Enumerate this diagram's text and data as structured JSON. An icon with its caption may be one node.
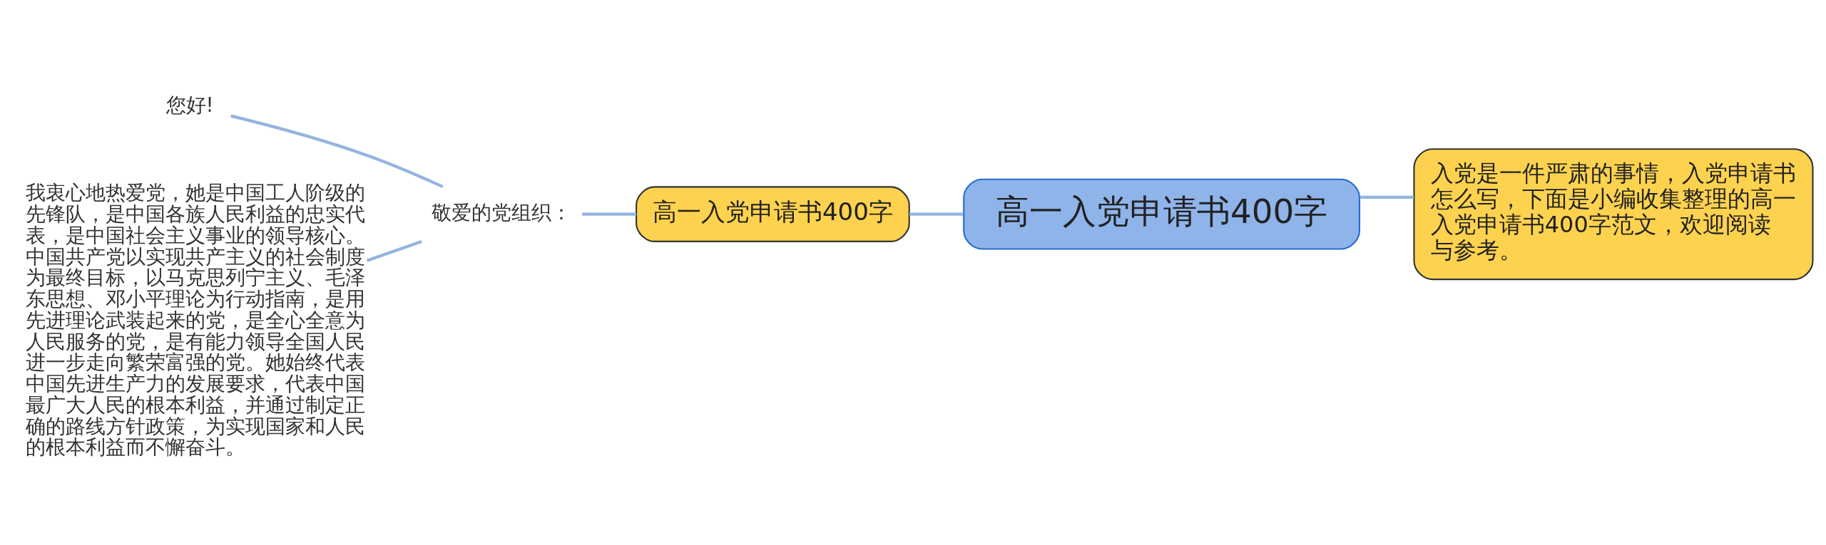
{
  "diagram": {
    "nodes": [
      {
        "text": [
          "高一入党申请书400字"
        ]
      },
      {
        "text": [
          "入党是一件严肃的事情，入党申请书怎么写，下面是小编收集整理的高一入党申请书400字范文，欢迎阅读与参考。"
        ]
      },
      {
        "text": [
          "高一入党申请书400字"
        ]
      },
      {
        "text": [
          "敬爱的党组织："
        ]
      },
      {
        "text": [
          "您好!"
        ]
      },
      {
        "text": [
          "我衷心地热爱党，她是中国工人阶级的先锋队，是中国各族人民利益的忠实代表，是中国社会主义事业的领导核心。中国共产党以实现共产主义的社会制度为最终目标，以马克思列宁主义、毛泽东思想、邓小平理论为行动指南，是用先进理论武装起来的党，是全心全意为人民服务的党，是有能力领导全国人民进一步走向繁荣富强的党。她始终代表中国先进生产力的发展要求，代表中国最广大人民的根本利益，并通过制定正确的路线方针政策，为实现国家和人民的根本利益而不懈奋斗。"
        ]
      }
    ],
    "edges": [
      {
        "from": 0,
        "to": 1,
        "arrow": "none"
      },
      {
        "from": 0,
        "to": 2,
        "arrow": "none"
      },
      {
        "from": 2,
        "to": 3,
        "arrow": "none"
      },
      {
        "from": 3,
        "to": 4,
        "arrow": "none"
      },
      {
        "from": 3,
        "to": 5,
        "arrow": "none"
      }
    ]
  }
}
